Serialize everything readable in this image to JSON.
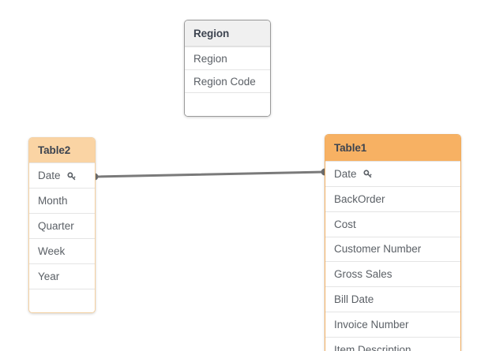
{
  "canvas": {
    "background": "#ffffff",
    "name": "data-model-viewer-canvas"
  },
  "colors": {
    "table1_header": "#f7b163",
    "table2_header": "#fad4a4",
    "region_header": "#f0f0f0",
    "link_line": "#7a7a7a",
    "row_text": "#5b6066",
    "header_text": "#3d4450"
  },
  "tables": [
    {
      "id": "region",
      "title": "Region",
      "header_color": "#f0f0f0",
      "fields": [
        {
          "label": "Region",
          "key": false
        },
        {
          "label": "Region Code",
          "key": false
        }
      ]
    },
    {
      "id": "table2",
      "title": "Table2",
      "header_color": "#fad4a4",
      "fields": [
        {
          "label": "Date",
          "key": true
        },
        {
          "label": "Month",
          "key": false
        },
        {
          "label": "Quarter",
          "key": false
        },
        {
          "label": "Week",
          "key": false
        },
        {
          "label": "Year",
          "key": false
        }
      ]
    },
    {
      "id": "table1",
      "title": "Table1",
      "header_color": "#f7b163",
      "fields": [
        {
          "label": "Date",
          "key": true
        },
        {
          "label": "BackOrder",
          "key": false
        },
        {
          "label": "Cost",
          "key": false
        },
        {
          "label": "Customer Number",
          "key": false
        },
        {
          "label": "Gross Sales",
          "key": false
        },
        {
          "label": "Bill Date",
          "key": false
        },
        {
          "label": "Invoice Number",
          "key": false
        },
        {
          "label": "Item Description",
          "key": false
        }
      ]
    }
  ],
  "association": {
    "from_table": "Table2",
    "from_field": "Date",
    "to_table": "Table1",
    "to_field": "Date",
    "icon": "association-link"
  },
  "icons": {
    "key": "key-icon",
    "link_endpoint": "link-endpoint-dot"
  }
}
